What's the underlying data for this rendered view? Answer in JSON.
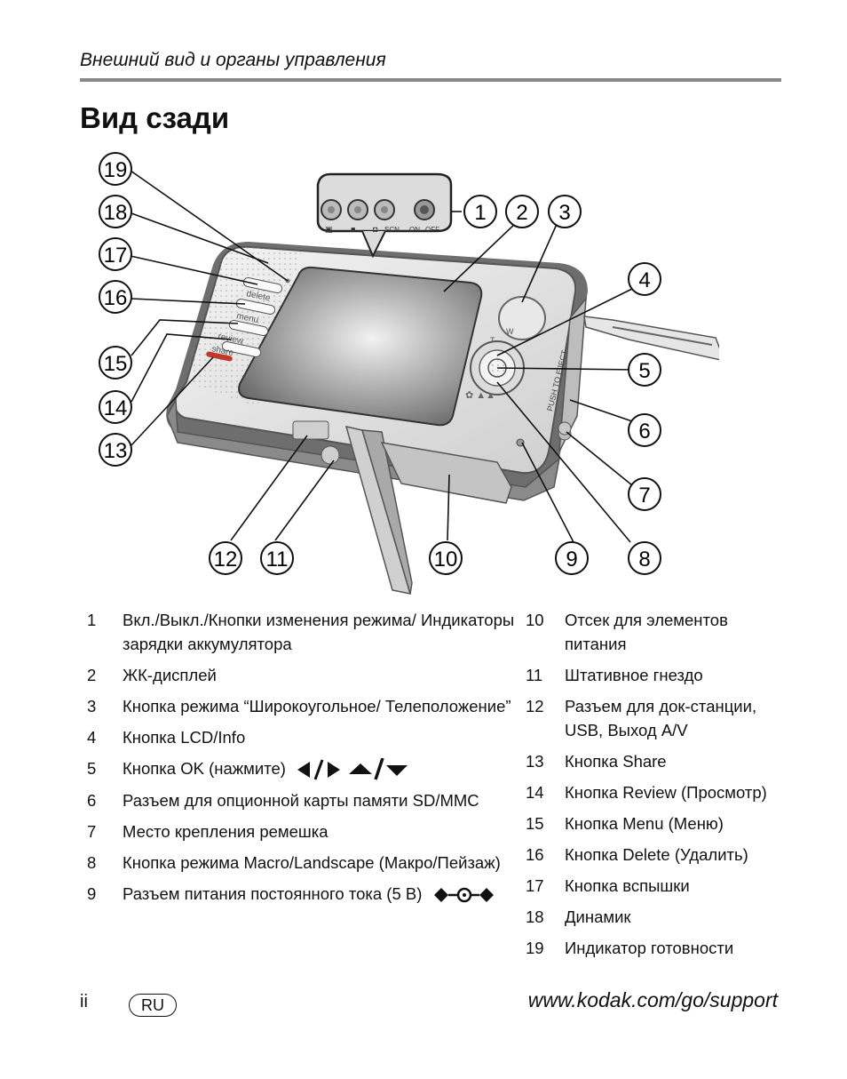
{
  "header": {
    "section": "Внешний вид и органы управления"
  },
  "page_title": "Вид сзади",
  "figure": {
    "callouts": [
      "1",
      "2",
      "3",
      "4",
      "5",
      "6",
      "7",
      "8",
      "9",
      "10",
      "11",
      "12",
      "13",
      "14",
      "15",
      "16",
      "17",
      "18",
      "19"
    ],
    "camera_labels": {
      "mode_labels": [
        "SCN",
        "ON",
        "OFF"
      ],
      "side_buttons": [
        "delete",
        "menu",
        "review",
        "share"
      ],
      "zoom_labels": [
        "W",
        "T"
      ],
      "card_door": "PUSH TO EJECT"
    }
  },
  "items_left": [
    {
      "num": "1",
      "text": "Вкл./Выкл./Кнопки изменения режима/ Индикаторы зарядки аккумулятора"
    },
    {
      "num": "2",
      "text": "ЖК-дисплей"
    },
    {
      "num": "3",
      "text": "Кнопка режима “Широкоугольное/ Телеположение”"
    },
    {
      "num": "4",
      "text": "Кнопка LCD/Info"
    },
    {
      "num": "5",
      "text": "Кнопка OK (нажмите)",
      "symbol": "arrows-icon"
    },
    {
      "num": "6",
      "text": "Разъем для опционной карты памяти SD/MMC"
    },
    {
      "num": "7",
      "text": "Место крепления ремешка"
    },
    {
      "num": "8",
      "text": "Кнопка режима Macro/Landscape (Макро/Пейзаж)"
    },
    {
      "num": "9",
      "text": "Разъем питания постоянного тока (5 В)",
      "symbol": "dc-polarity-icon"
    }
  ],
  "items_right": [
    {
      "num": "10",
      "text": "Отсек для элементов питания"
    },
    {
      "num": "11",
      "text": "Штативное гнездо"
    },
    {
      "num": "12",
      "text": "Разъем для док-станции, USB, Выход A/V"
    },
    {
      "num": "13",
      "text": "Кнопка Share"
    },
    {
      "num": "14",
      "text": "Кнопка Review (Просмотр)"
    },
    {
      "num": "15",
      "text": "Кнопка Menu (Меню)"
    },
    {
      "num": "16",
      "text": "Кнопка Delete (Удалить)"
    },
    {
      "num": "17",
      "text": "Кнопка вспышки"
    },
    {
      "num": "18",
      "text": "Динамик"
    },
    {
      "num": "19",
      "text": "Индикатор готовности"
    }
  ],
  "footer": {
    "page": "ii",
    "lang": "RU",
    "url": "www.kodak.com/go/support"
  },
  "colors": {
    "text": "#111111",
    "rule": "#888888",
    "share_led": "#c0392b",
    "screen": "#7a7a7a"
  }
}
